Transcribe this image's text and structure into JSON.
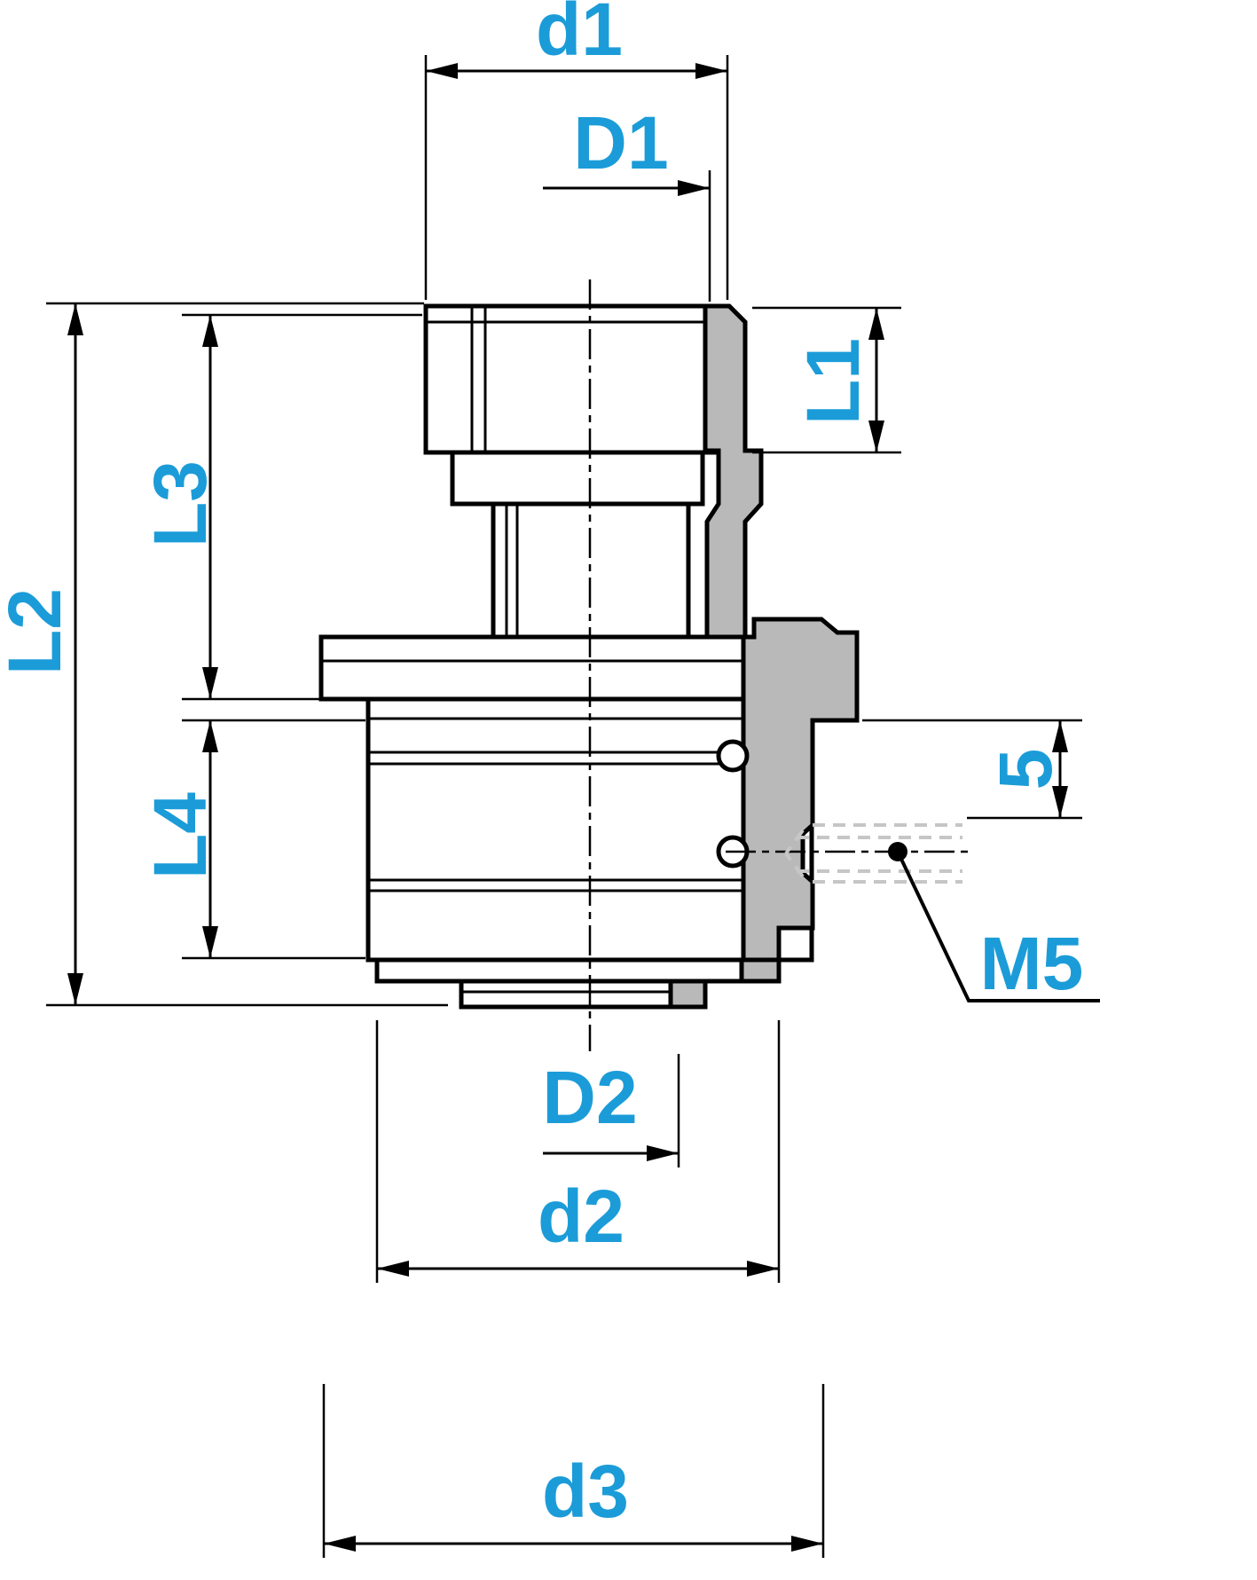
{
  "diagram": {
    "kind": "engineering-dimension-drawing",
    "subject": "threaded fitting half-section with dimension callouts",
    "colors": {
      "label_blue": "#1b9cd8",
      "outline_black": "#000000",
      "section_gray_fill": "#b9b9b9",
      "phantom_gray": "#c6c6c6",
      "background": "#ffffff"
    },
    "labels": {
      "d1": "d1",
      "D1": "D1",
      "L1": "L1",
      "L2": "L2",
      "L3": "L3",
      "L4": "L4",
      "five": "5",
      "M5": "M5",
      "D2": "D2",
      "d2": "d2",
      "d3": "d3"
    }
  }
}
